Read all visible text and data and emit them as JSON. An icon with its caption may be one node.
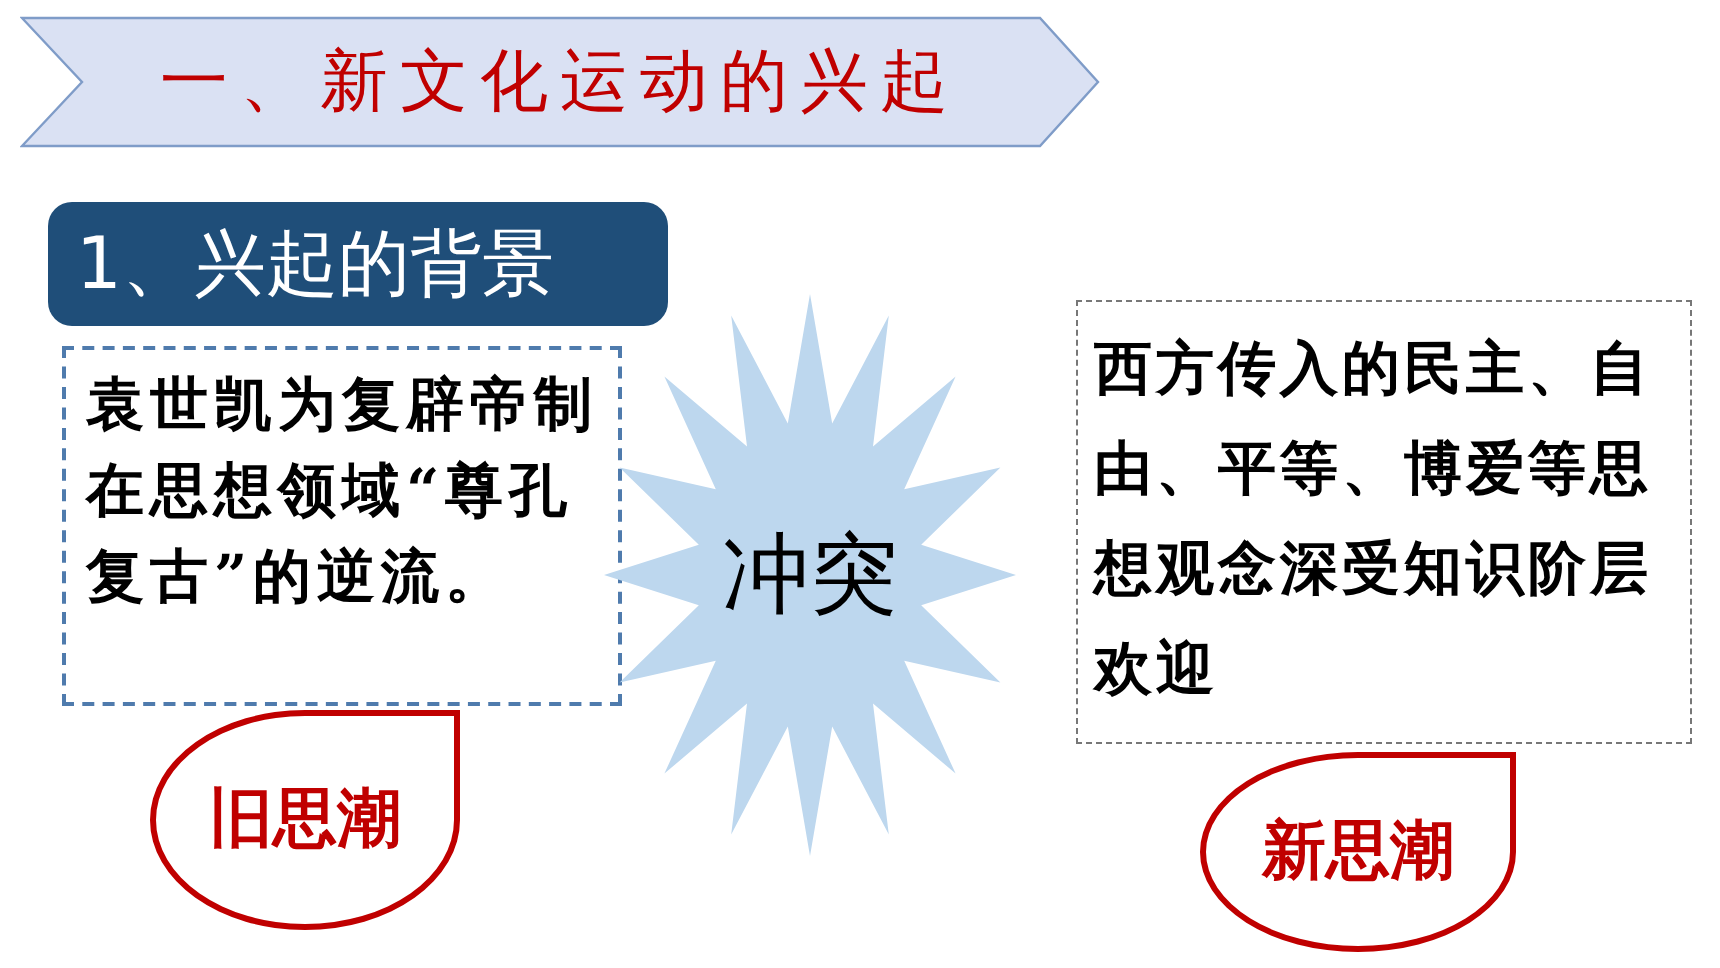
{
  "diagram": {
    "nodes": [
      {
        "text": [
          "一、新文化运动的兴起"
        ]
      },
      {
        "text": [
          "1、兴起的背景"
        ]
      },
      {
        "text": [
          "袁世凯为**复辟帝制**在思想领域**“尊孔复古”**的逆流。"
        ]
      },
      {
        "text": [
          "冲突"
        ]
      },
      {
        "text": [
          "西方传入的**民主、自由、平等、博爱**等思想观念深受知识阶层欢迎"
        ]
      },
      {
        "text": [
          "旧思潮"
        ]
      },
      {
        "text": [
          "新思潮"
        ]
      }
    ]
  }
}
